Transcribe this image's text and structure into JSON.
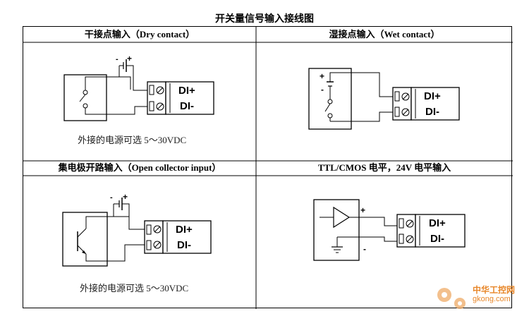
{
  "title": "开关量信号输入接线图",
  "panels": [
    {
      "header": "干接点输入（Dry contact）",
      "note": "外接的电源可选 5～30VDC",
      "terminal_labels": [
        "DI+",
        "DI-"
      ],
      "polarity": [
        "-",
        "+"
      ]
    },
    {
      "header": "湿接点输入（Wet contact）",
      "terminal_labels": [
        "DI+",
        "DI-"
      ],
      "polarity": [
        "+",
        "-"
      ]
    },
    {
      "header": "集电极开路输入（Open collector input）",
      "note": "外接的电源可选 5～30VDC",
      "terminal_labels": [
        "DI+",
        "DI-"
      ],
      "polarity": [
        "-",
        "+"
      ]
    },
    {
      "header": "TTL/CMOS 电平，24V 电平输入",
      "terminal_labels": [
        "DI+",
        "DI-"
      ],
      "polarity": [
        "+",
        "-"
      ]
    }
  ],
  "watermark": {
    "line1": "中华工控网",
    "line2": "gkong.com",
    "color": "#e8872a"
  }
}
